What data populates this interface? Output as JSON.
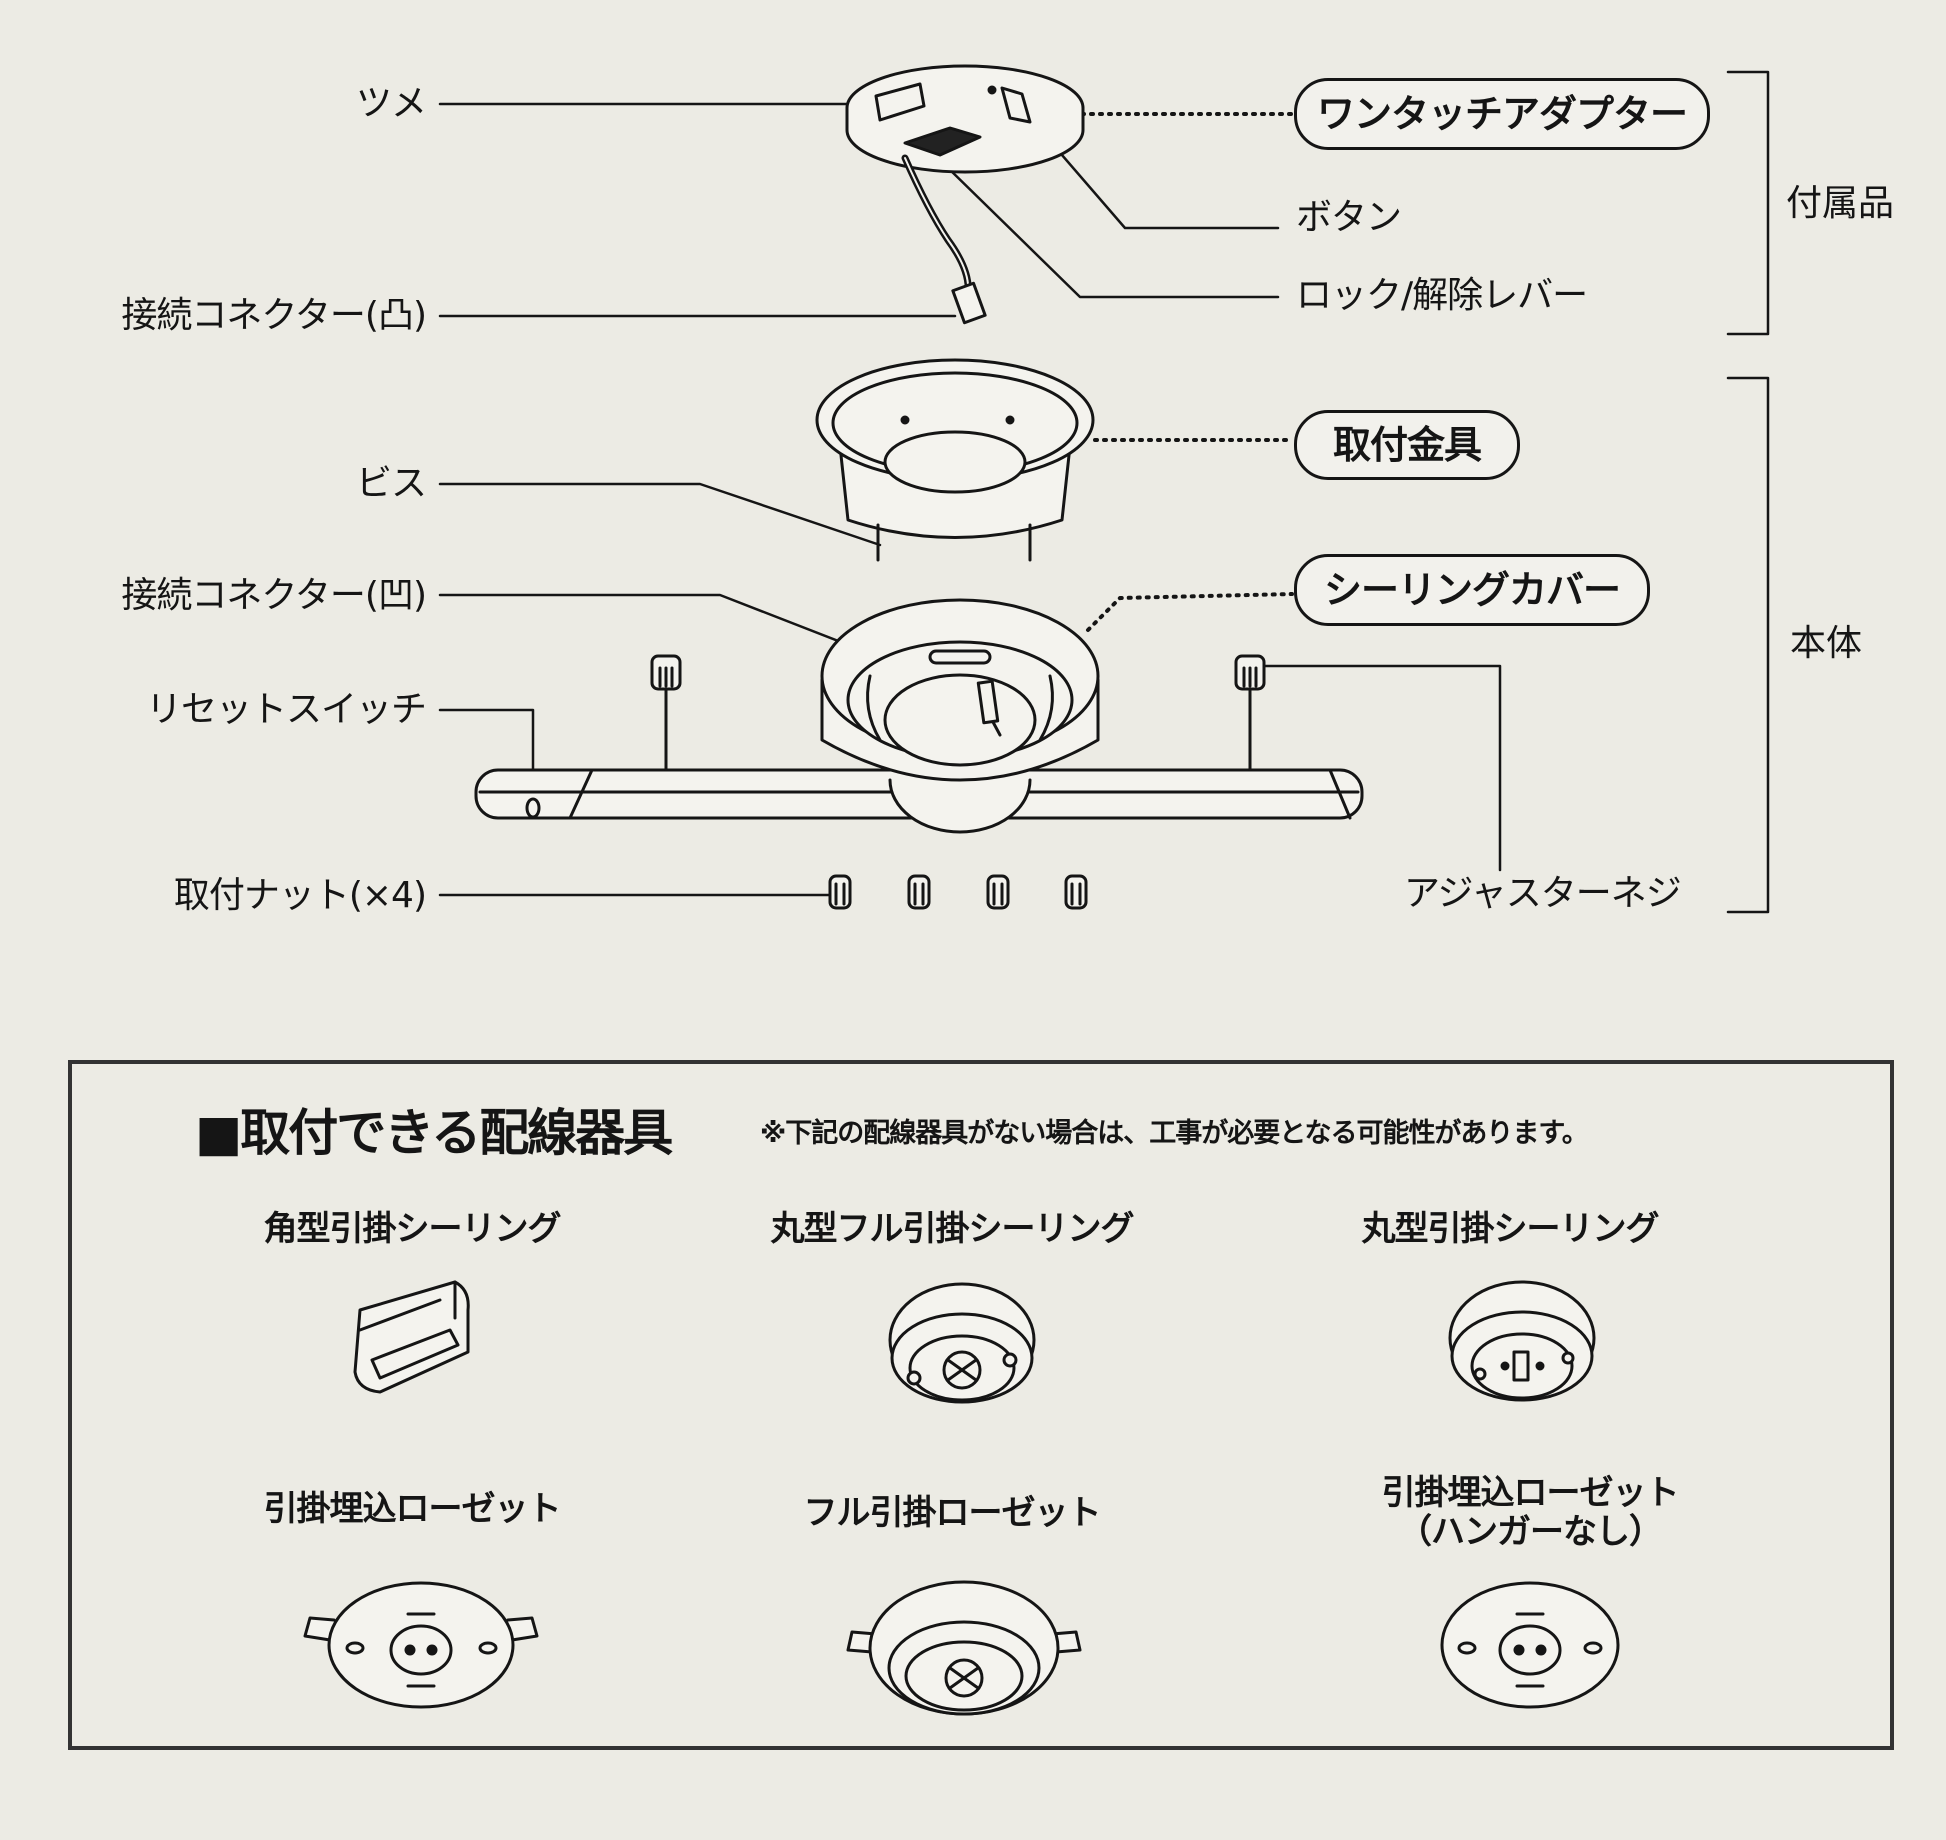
{
  "parts_diagram": {
    "left_labels": {
      "claw": "ツメ",
      "connector_convex": "接続コネクター(凸)",
      "screw": "ビス",
      "connector_concave": "接続コネクター(凹)",
      "reset_switch": "リセットスイッチ",
      "mounting_nut": "取付ナット(×4)"
    },
    "right_labels": {
      "button": "ボタン",
      "lock_release_lever": "ロック/解除レバー",
      "adjuster_screw": "アジャスターネジ"
    },
    "component_pills": {
      "one_touch_adapter": "ワンタッチアダプター",
      "mounting_bracket": "取付金具",
      "ceiling_cover": "シーリングカバー"
    },
    "groups": {
      "accessories": "付属品",
      "main_body": "本体"
    },
    "line_color": "#151515",
    "background_color": "#ecebe4"
  },
  "compatible_fixtures": {
    "title": "■取付できる配線器具",
    "note": "※下記の配線器具がない場合は、工事が必要となる可能性があります。",
    "items": [
      {
        "name": "角型引掛シーリング",
        "icon": "square-ceiling-hook-icon"
      },
      {
        "name": "丸型フル引掛シーリング",
        "icon": "round-full-ceiling-hook-icon"
      },
      {
        "name": "丸型引掛シーリング",
        "icon": "round-ceiling-hook-icon"
      },
      {
        "name": "引掛埋込ローゼット",
        "icon": "embedded-rosette-icon"
      },
      {
        "name": "フル引掛ローゼット",
        "icon": "full-hook-rosette-icon"
      },
      {
        "name": "引掛埋込ローゼット\n（ハンガーなし）",
        "icon": "embedded-rosette-no-hanger-icon"
      }
    ]
  }
}
